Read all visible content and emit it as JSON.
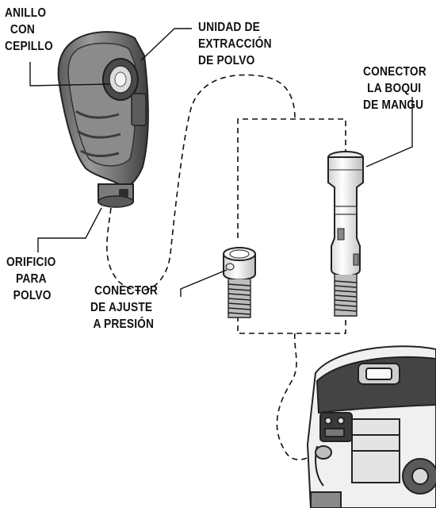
{
  "labels": {
    "anillo": [
      "ANILLO",
      "CON",
      "CEPILLO"
    ],
    "unidad": [
      "UNIDAD DE",
      "EXTRACCIÓN",
      "DE POLVO"
    ],
    "conector_boquilla": [
      "CONECTOR",
      "LA BOQUI",
      "DE MANGU"
    ],
    "orificio": [
      "ORIFICIO",
      "PARA",
      "POLVO"
    ],
    "conector_ajuste": [
      "CONECTOR",
      "DE AJUSTE",
      "A PRESIÓN"
    ]
  }
}
